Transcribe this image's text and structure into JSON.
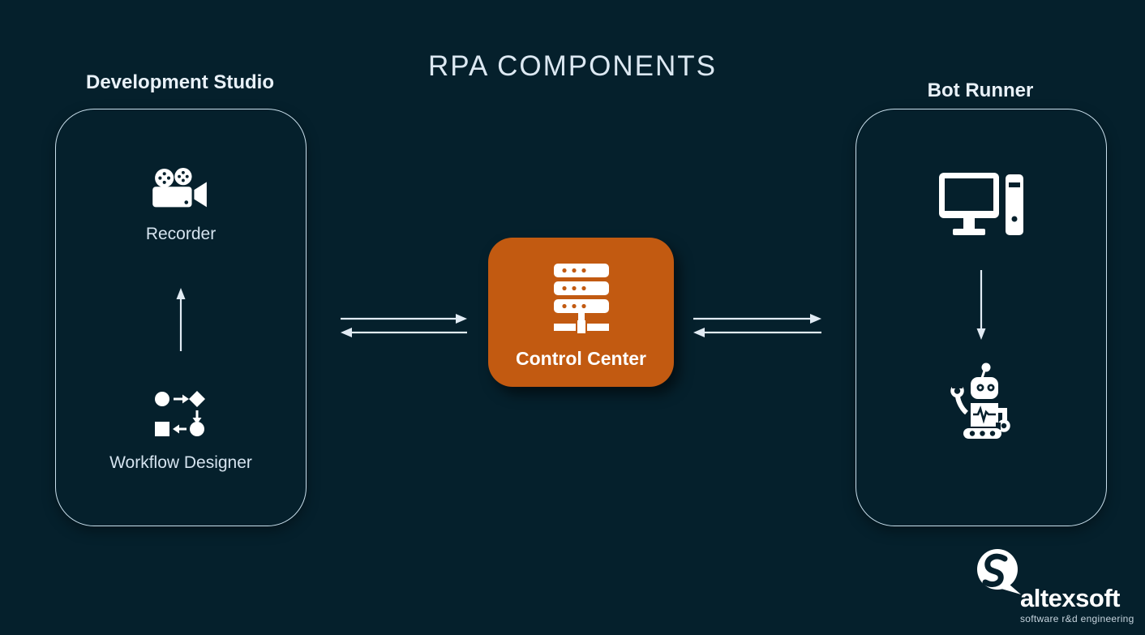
{
  "title": "RPA COMPONENTS",
  "colors": {
    "background": "#05202c",
    "accent_orange": "#c25a11",
    "line_light": "#e1ebf4",
    "border_light": "#c9dfec",
    "icon_white": "#ffffff"
  },
  "left_panel": {
    "label": "Development Studio",
    "items": [
      {
        "icon": "video-camera-icon",
        "label": "Recorder"
      },
      {
        "icon": "flowchart-icon",
        "label": "Workflow Designer"
      }
    ],
    "internal_arrow": "workflow-designer-to-recorder-up"
  },
  "center": {
    "label": "Control Center",
    "icon": "server-icon"
  },
  "right_panel": {
    "label": "Bot Runner",
    "items": [
      {
        "icon": "desktop-computer-icon",
        "label": ""
      },
      {
        "icon": "robot-icon",
        "label": ""
      }
    ],
    "internal_arrow": "computer-to-robot-down"
  },
  "connections": [
    {
      "from": "development-studio",
      "to": "control-center",
      "bidirectional": true
    },
    {
      "from": "control-center",
      "to": "bot-runner",
      "bidirectional": true
    }
  ],
  "logo": {
    "name": "altexsoft",
    "tagline": "software r&d engineering",
    "icon": "altexsoft-bubble-icon"
  }
}
